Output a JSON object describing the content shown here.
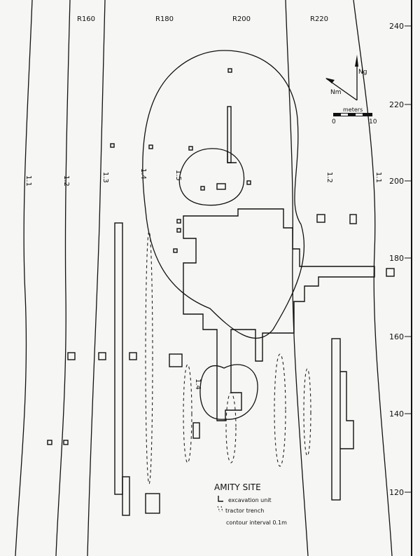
{
  "grid": {
    "top_labels": [
      "R160",
      "R180",
      "R200",
      "R220"
    ],
    "right_labels": [
      "240",
      "220",
      "200",
      "180",
      "160",
      "140",
      "120"
    ]
  },
  "contours": {
    "labels": [
      "1.1",
      "1.2",
      "1.3",
      "1.4",
      "1.5",
      "1.2",
      "1.1",
      "1.4"
    ]
  },
  "north_arrow": {
    "grid_north": "Ng",
    "magnetic_north": "Nm"
  },
  "scale": {
    "unit": "meters",
    "min": "0",
    "max": "10"
  },
  "legend": {
    "title": "AMITY SITE",
    "excavation_unit": "excavation unit",
    "tractor_trench": "tractor trench",
    "contour_interval": "contour interval 0.1m"
  }
}
